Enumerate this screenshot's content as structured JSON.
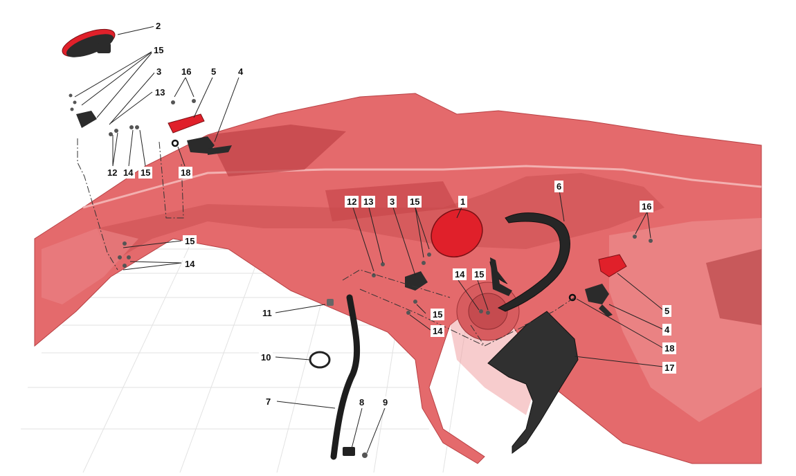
{
  "diagram": {
    "colors": {
      "body_fill": "#e46a6c",
      "body_dark": "#c9484c",
      "body_light": "#f09a9b",
      "floor_line": "#dcdcdc",
      "part_black": "#2b2b2b",
      "part_red": "#e0202a",
      "leader": "#222222"
    },
    "callouts": {
      "c2": "2",
      "c15_top": "15",
      "c3_top": "3",
      "c13_top": "13",
      "c16_top": "16",
      "c5_top": "5",
      "c4_top": "4",
      "c12_left": "12",
      "c14_left": "14",
      "c15_left": "15",
      "c18_left": "18",
      "c15_mid_left": "15",
      "c14_mid_left": "14",
      "c12_center": "12",
      "c13_center": "13",
      "c3_center": "3",
      "c15_center": "15",
      "c1": "1",
      "c6": "6",
      "c16_right": "16",
      "c14_center": "14",
      "c15_center2": "15",
      "c15_lower": "15",
      "c14_lower": "14",
      "c11": "11",
      "c10": "10",
      "c7": "7",
      "c8": "8",
      "c9": "9",
      "c5_right": "5",
      "c4_right": "4",
      "c18_right": "18",
      "c17": "17"
    },
    "icons": [
      "fuel-door-icon",
      "fuel-filler-hose-icon",
      "hose-clamp-icon",
      "screw-icon",
      "latch-actuator-icon",
      "bracket-icon"
    ]
  }
}
